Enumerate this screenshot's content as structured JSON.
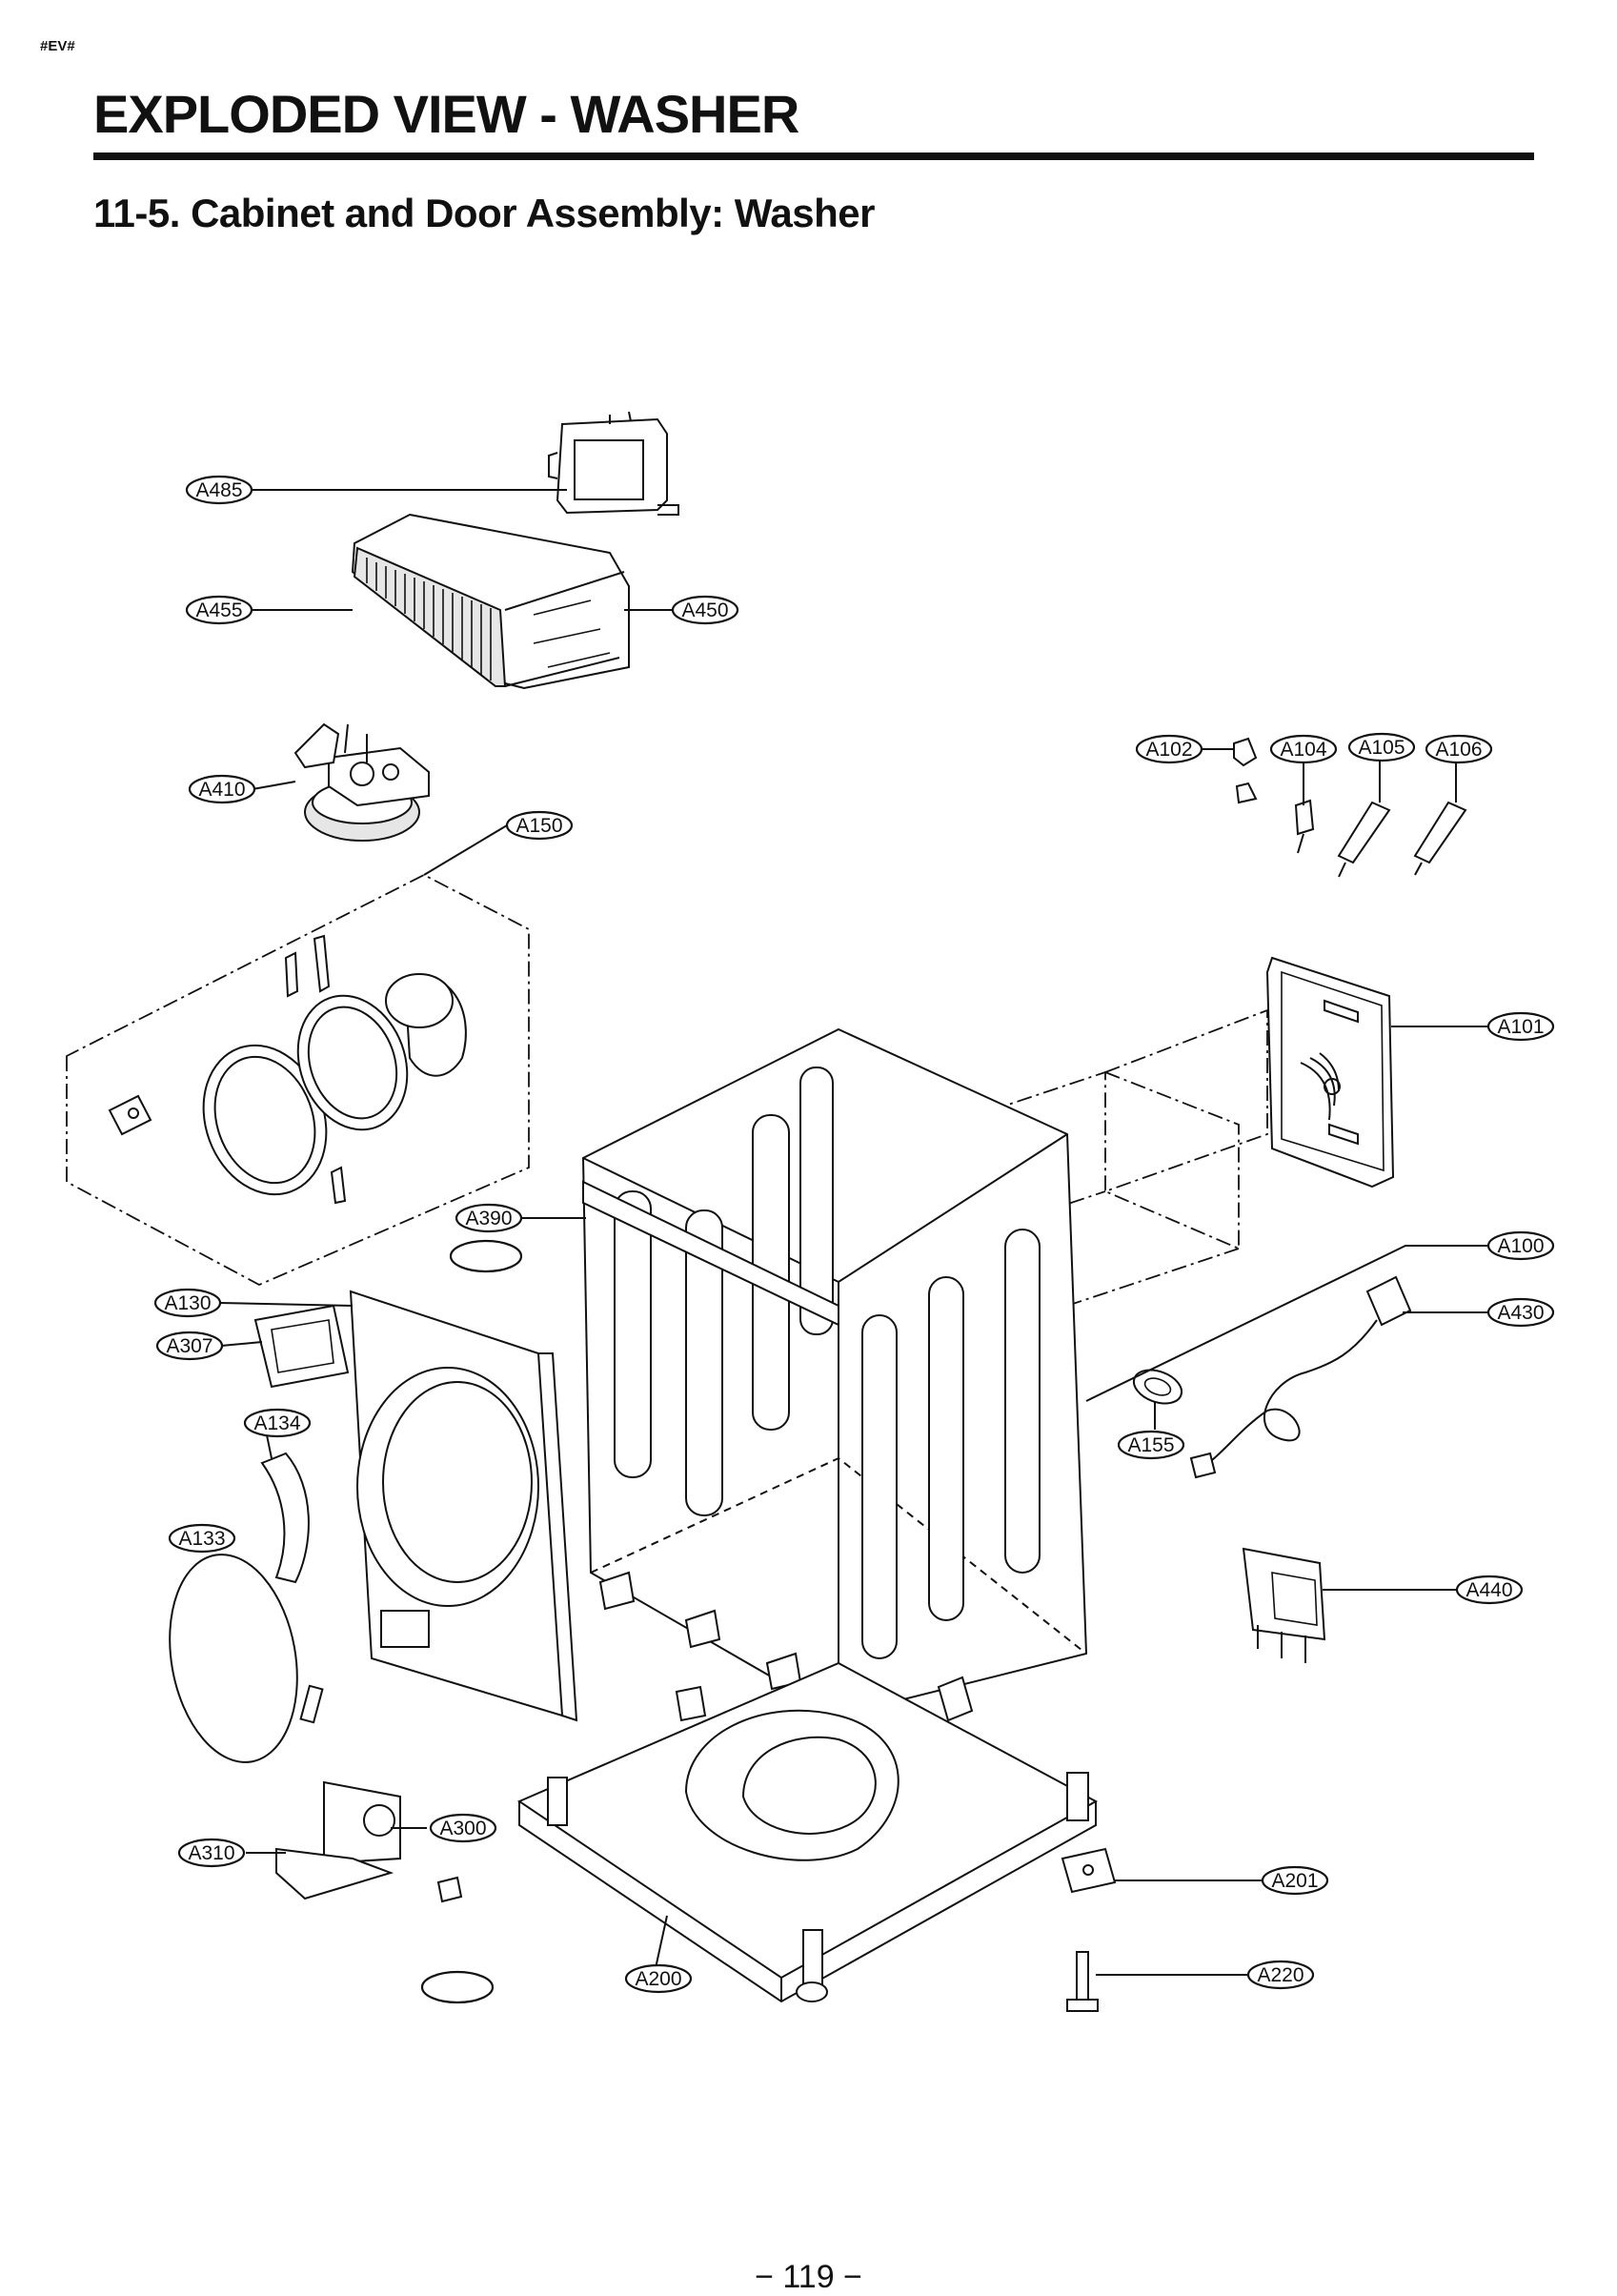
{
  "header": {
    "tag": "#EV#",
    "title": "EXPLODED VIEW - WASHER",
    "subtitle": "11-5. Cabinet and Door Assembly: Washer"
  },
  "footer": {
    "page_number": "− 119 −"
  },
  "callouts": [
    {
      "id": "A485",
      "label": "A485"
    },
    {
      "id": "A455",
      "label": "A455"
    },
    {
      "id": "A450",
      "label": "A450"
    },
    {
      "id": "A410",
      "label": "A410"
    },
    {
      "id": "A150",
      "label": "A150"
    },
    {
      "id": "A102",
      "label": "A102"
    },
    {
      "id": "A104",
      "label": "A104"
    },
    {
      "id": "A105",
      "label": "A105"
    },
    {
      "id": "A106",
      "label": "A106"
    },
    {
      "id": "A101",
      "label": "A101"
    },
    {
      "id": "A390",
      "label": "A390"
    },
    {
      "id": "A100",
      "label": "A100"
    },
    {
      "id": "A130",
      "label": "A130"
    },
    {
      "id": "A430",
      "label": "A430"
    },
    {
      "id": "A307",
      "label": "A307"
    },
    {
      "id": "A134",
      "label": "A134"
    },
    {
      "id": "A155",
      "label": "A155"
    },
    {
      "id": "A133",
      "label": "A133"
    },
    {
      "id": "A440",
      "label": "A440"
    },
    {
      "id": "A300",
      "label": "A300"
    },
    {
      "id": "A310",
      "label": "A310"
    },
    {
      "id": "A201",
      "label": "A201"
    },
    {
      "id": "A200",
      "label": "A200"
    },
    {
      "id": "A220",
      "label": "A220"
    },
    {
      "id": "blank-1",
      "label": ""
    },
    {
      "id": "blank-2",
      "label": ""
    }
  ]
}
